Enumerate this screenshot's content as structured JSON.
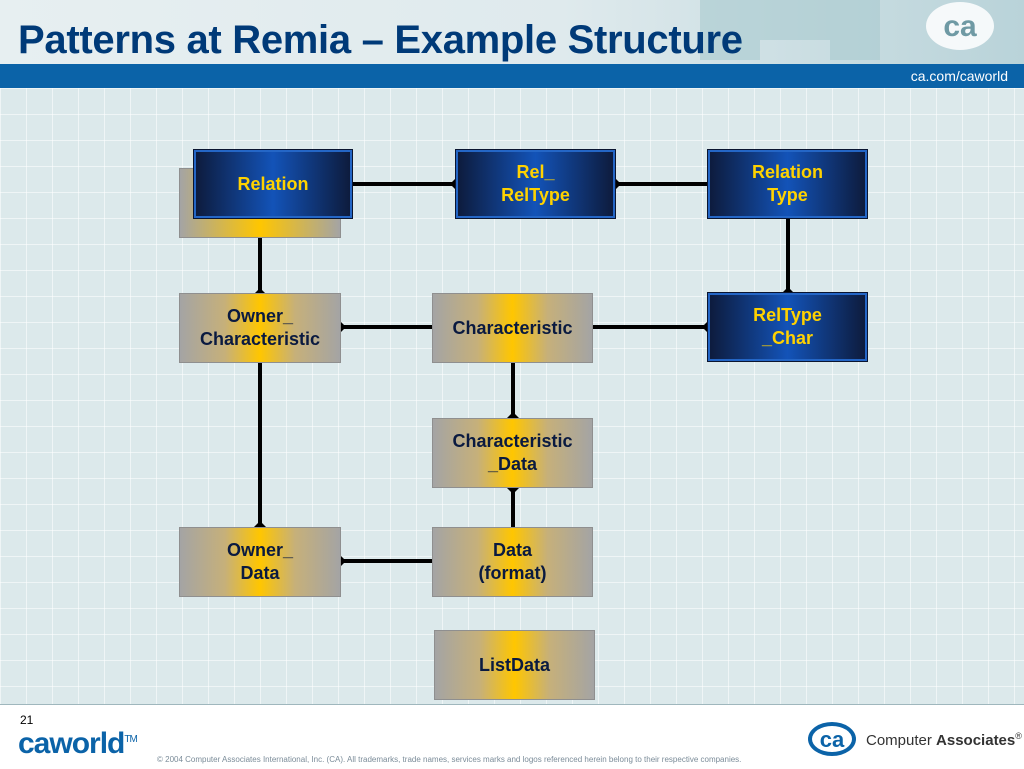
{
  "header": {
    "title": "Patterns at Remia – Example Structure",
    "url": "ca.com/caworld"
  },
  "diagram": {
    "nodes": {
      "relation": "Relation",
      "rel_reltype": "Rel_\nRelType",
      "relation_type": "Relation\nType",
      "owner_characteristic": "Owner_\nCharacteristic",
      "characteristic": "Characteristic",
      "reltype_char": "RelType\n_Char",
      "characteristic_data": "Characteristic\n_Data",
      "owner_data": "Owner_\nData",
      "data_format": "Data\n(format)",
      "listdata": "ListData"
    }
  },
  "footer": {
    "page_number": "21",
    "brand": "caworld",
    "trademark": "TM",
    "copyright": "© 2004 Computer Associates International, Inc. (CA). All trademarks, trade names, services marks and logos referenced herein belong to their respective companies.",
    "company_first": "Computer ",
    "company_second": "Associates",
    "registered": "®",
    "ca_logo_text": "ca"
  },
  "colors": {
    "title": "#003a78",
    "header_band": "#0b63a8",
    "blue_box_text": "#ffd200",
    "gold_center": "#ffc600"
  },
  "icons": {
    "header_logo": "ca-logo-icon",
    "footer_logo": "ca-badge-icon"
  }
}
